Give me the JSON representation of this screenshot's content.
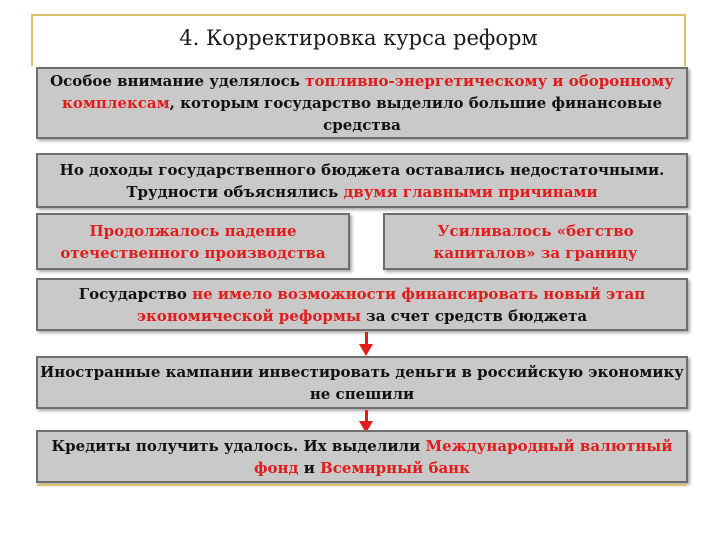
{
  "title": "4. Корректировка курса реформ",
  "box1": {
    "t1": "Особое внимание уделялось ",
    "r1": "топливно-энергетическому и оборонному комплексам",
    "t2": ", которым государство выделило большие финансовые средства"
  },
  "box2": {
    "t1": "Но доходы государственного бюджета оставались недостаточными. Трудности объяснялись ",
    "r1": "двумя главными причинами"
  },
  "box3": {
    "r1": "Продолжалось падение отечественного производства"
  },
  "box4": {
    "r1": "Усиливалось «бегство капиталов» за границу"
  },
  "box5": {
    "t1": "Государство ",
    "r1": "не имело возможности финансировать новый этап экономической реформы",
    "t2": " за счет средств бюджета"
  },
  "box6": {
    "t1": "Иностранные кампании инвестировать  деньги в российскую экономику не спешили"
  },
  "box7": {
    "t1": "Кредиты получить удалось. Их выделили ",
    "r1": "Международный валютный фонд",
    "t2": " и ",
    "r2": "Всемирный банк"
  },
  "colors": {
    "accent_red": "#e21b1b",
    "box_fill": "#c9c9c9",
    "frame_gold": "#d8c26a"
  }
}
